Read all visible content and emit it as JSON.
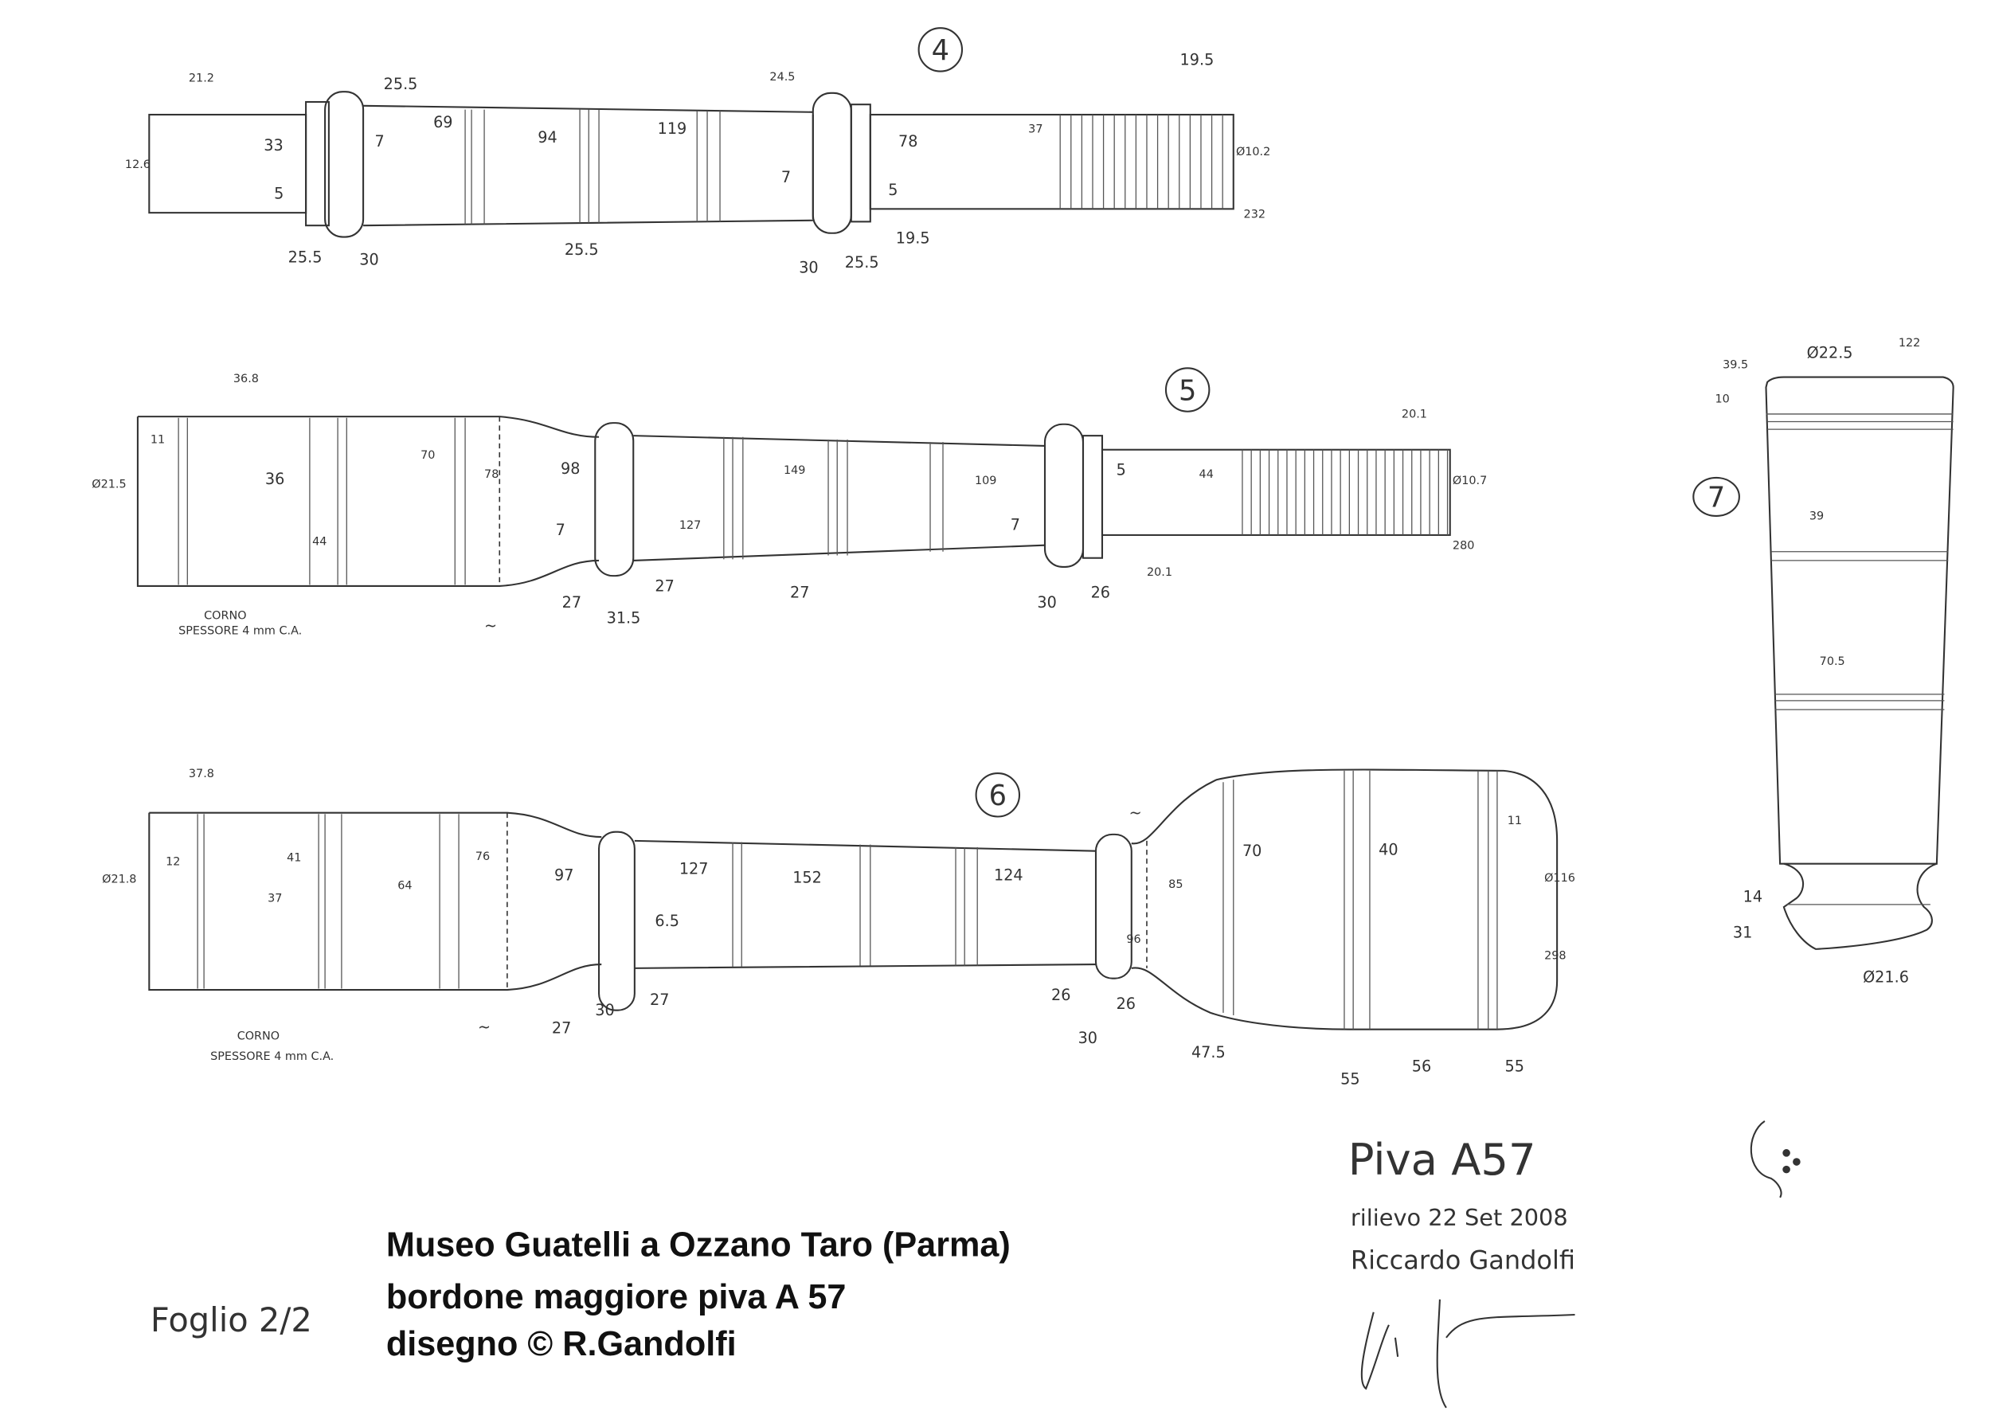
{
  "part4": {
    "number": "4",
    "labels": [
      "21.2",
      "12.6",
      "33",
      "5",
      "7",
      "25.5",
      "25.5",
      "30",
      "69",
      "94",
      "119",
      "25.5",
      "24.5",
      "78",
      "7",
      "5",
      "30",
      "25.5",
      "19.5",
      "37",
      "19.5",
      "Ø10.2",
      "232"
    ]
  },
  "part5": {
    "number": "5",
    "labels": [
      "36.8",
      "Ø21.5",
      "11",
      "36",
      "44",
      "70",
      "78",
      "98",
      "7",
      "31.5",
      "27",
      "27",
      "127",
      "149",
      "109",
      "27",
      "5",
      "7",
      "30",
      "26",
      "20.1",
      "44",
      "20.1",
      "Ø10.7",
      "280",
      "~"
    ],
    "note_1": "CORNO",
    "note_2": "SPESSORE 4 mm C.A."
  },
  "part6": {
    "number": "6",
    "labels": [
      "37.8",
      "Ø21.8",
      "12",
      "41",
      "37",
      "64",
      "76",
      "97",
      "6.5",
      "27",
      "30",
      "27",
      "127",
      "152",
      "124",
      "26",
      "30",
      "26",
      "85",
      "96",
      "~",
      "70",
      "40",
      "11",
      "Ø116",
      "298",
      "47.5",
      "55",
      "56",
      "55",
      "~"
    ],
    "note_1": "CORNO",
    "note_2": "SPESSORE 4 mm C.A."
  },
  "part7": {
    "number": "7",
    "labels": [
      "39.5",
      "Ø22.5",
      "122",
      "10",
      "39",
      "70.5",
      "14",
      "31",
      "Ø21.6"
    ]
  },
  "caption": {
    "line1": "Museo Guatelli a Ozzano Taro (Parma)",
    "line2": "bordone maggiore piva A 57",
    "line3": "disegno © R.Gandolfi"
  },
  "sheet": "Foglio 2/2",
  "title_block": {
    "title": "Piva A57",
    "survey": "rilievo 22 Set 2008",
    "author": "Riccardo Gandolfi"
  }
}
